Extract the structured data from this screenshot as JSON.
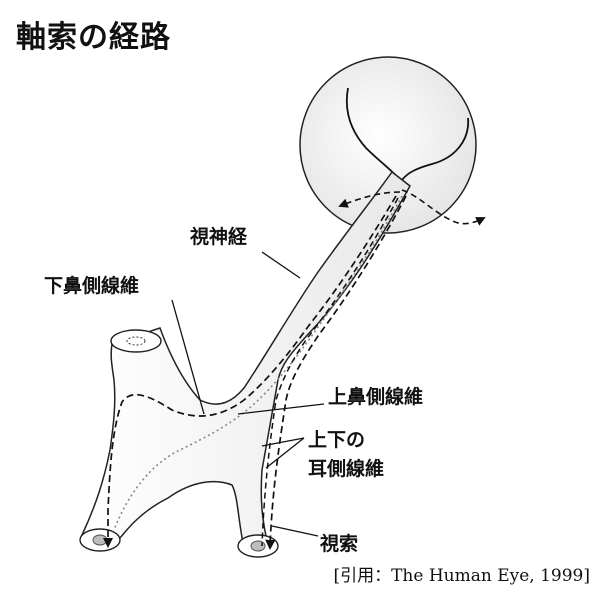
{
  "title": "軸索の経路",
  "labels": {
    "optic_nerve": "視神経",
    "inferior_nasal": "下鼻側線維",
    "superior_nasal": "上鼻側線維",
    "temporal_line1": "上下の",
    "temporal_line2": "耳側線維",
    "optic_tract": "視索"
  },
  "citation": "[引用：The Human Eye, 1999]"
}
